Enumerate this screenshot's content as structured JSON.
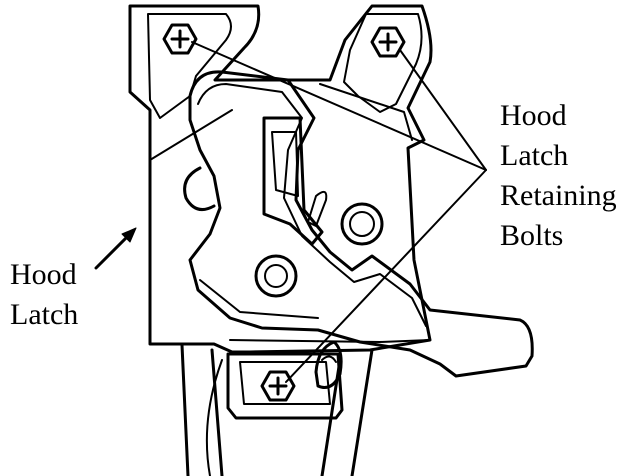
{
  "labels": {
    "hood_latch": [
      "Hood",
      "Latch"
    ],
    "retaining_bolts": [
      "Hood",
      "Latch",
      "Retaining",
      "Bolts"
    ]
  },
  "colors": {
    "stroke": "#000000",
    "background": "#ffffff"
  },
  "icons": [
    "bolt-head-icon"
  ]
}
